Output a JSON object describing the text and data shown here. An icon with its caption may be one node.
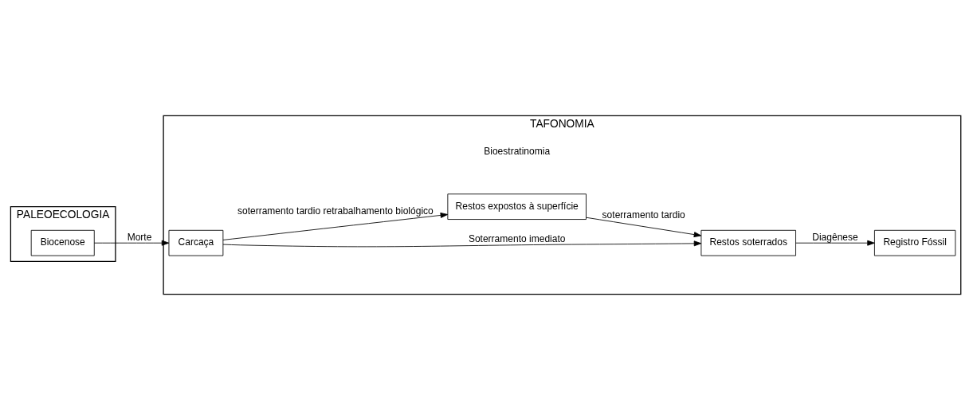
{
  "diagram": {
    "nodes": [
      {
        "text": [
          "PALEOECOLOGIA"
        ]
      },
      {
        "text": [
          "Biocenose"
        ],
        "in": 0
      },
      {
        "text": [
          "TAFONOMIA"
        ]
      },
      {
        "text": [
          "Carcaça"
        ],
        "in": 2
      },
      {
        "text": [
          "Restos soterrados"
        ],
        "in": 2
      },
      {
        "text": [
          "Registro Fóssil"
        ],
        "in": 2
      },
      {
        "text": [
          "Restos expostos à superfície"
        ],
        "in": 2
      }
    ],
    "edges": [
      {
        "from": 1,
        "to": 3,
        "arrow": "to",
        "label": "Morte"
      },
      {
        "from": 3,
        "to": 4,
        "arrow": "to",
        "label": "Soterramento imediato"
      },
      {
        "from": 4,
        "to": 5,
        "arrow": "to",
        "label": "Diagênese"
      },
      {
        "from": 3,
        "to": 6,
        "arrow": "to",
        "label": "soterramento tardio retrabalhamento biológico"
      },
      {
        "from": 6,
        "to": 4,
        "arrow": "to",
        "label": "soterramento tardio"
      }
    ],
    "labels": [
      "Bioestratinomia"
    ]
  }
}
